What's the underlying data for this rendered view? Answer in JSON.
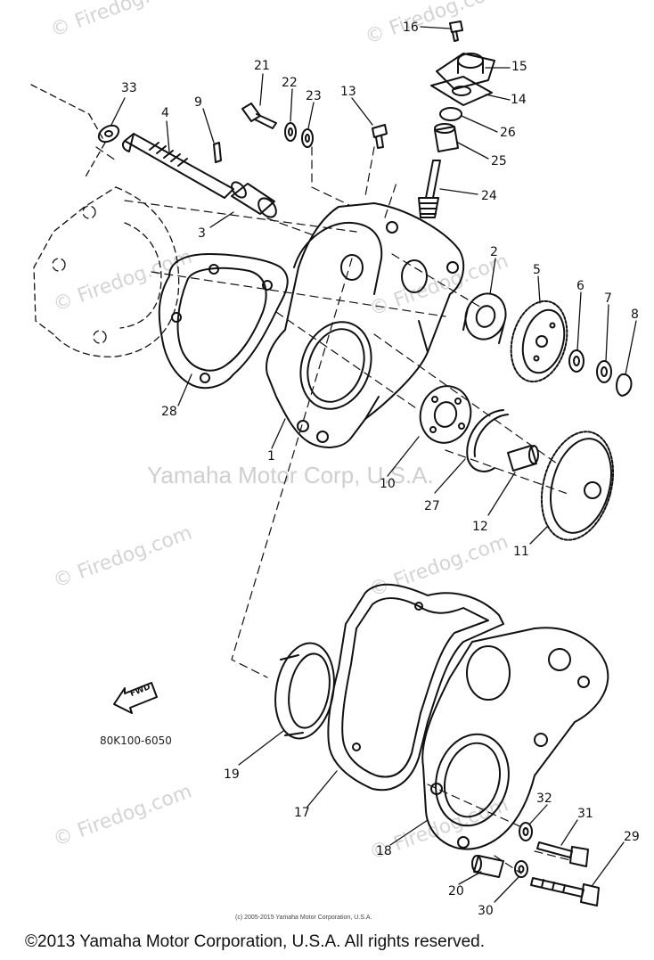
{
  "watermarks": {
    "site": "© Firedog.com",
    "center": "Yamaha Motor Corp, U.S.A."
  },
  "part_labels": [
    "1",
    "2",
    "3",
    "4",
    "5",
    "6",
    "7",
    "8",
    "9",
    "10",
    "11",
    "12",
    "13",
    "14",
    "15",
    "16",
    "17",
    "18",
    "19",
    "20",
    "21",
    "22",
    "23",
    "24",
    "25",
    "26",
    "27",
    "28",
    "29",
    "30",
    "31",
    "32",
    "33"
  ],
  "diagram_code": "80K100-6050",
  "forward_arrow_label": "FWD",
  "small_copyright": "(c) 2005-2015 Yamaha Motor Corporation, U.S.A.",
  "footer_copyright": "©2013 Yamaha Motor Corporation, U.S.A. All rights reserved.",
  "colors": {
    "ink": "#111111",
    "watermark": "#d4d4d4",
    "background": "#ffffff"
  }
}
